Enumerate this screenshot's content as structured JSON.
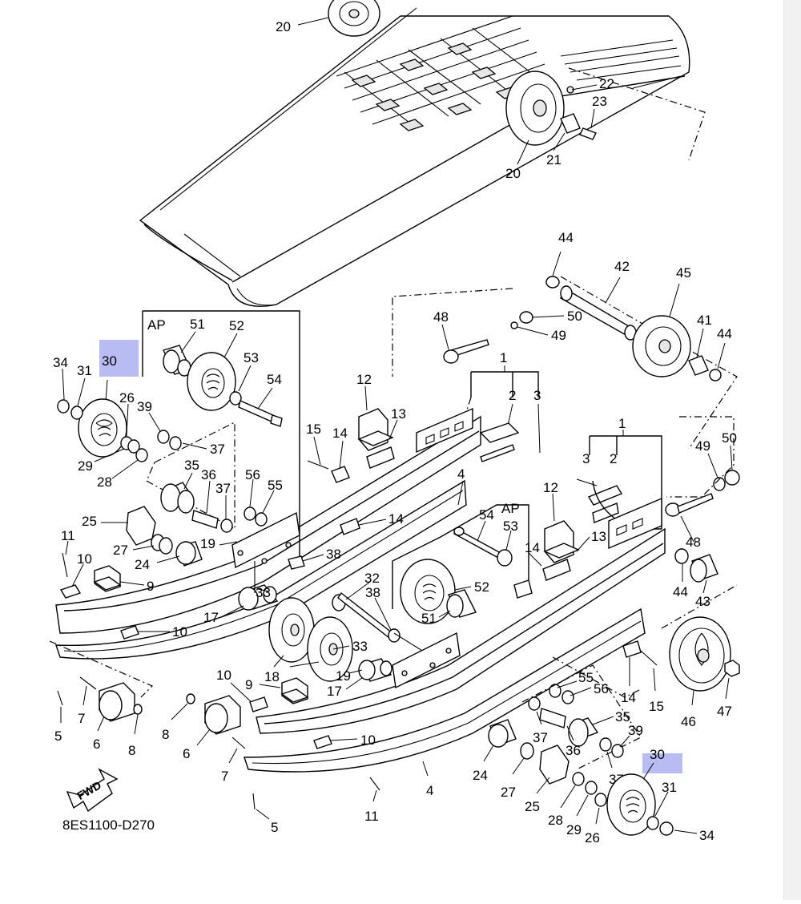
{
  "diagram": {
    "code": "8ES1100-D270",
    "fwd_label": "FWD",
    "ap_label_left": "AP",
    "ap_label_right": "AP",
    "highlight_color": "#b9bcf2",
    "highlighted_part": "30",
    "callouts": {
      "c20a": "20",
      "c20b": "20",
      "c21": "21",
      "c22": "22",
      "c23": "23",
      "c44a": "44",
      "c42": "42",
      "c45": "45",
      "c48a": "48",
      "c50a": "50",
      "c49a": "49",
      "c41": "41",
      "c44b": "44",
      "c1a": "1",
      "c2a": "2",
      "c3a": "3",
      "c34a": "34",
      "c31a": "31",
      "c30a": "30",
      "c26a": "26",
      "c29a": "29",
      "c28a": "28",
      "c51a": "51",
      "c52a": "52",
      "c53a": "53",
      "c54a": "54",
      "c39a": "39",
      "c37a": "37",
      "c12a": "12",
      "c13a": "13",
      "c15a": "15",
      "c14a": "14",
      "c35a": "35",
      "c36a": "36",
      "c37b": "37",
      "c56a": "56",
      "c55a": "55",
      "c4a": "4",
      "c25a": "25",
      "c11a": "11",
      "c27a": "27",
      "c24a": "24",
      "c19a": "19",
      "c14b": "14",
      "c38a": "38",
      "c10a": "10",
      "c9a": "9",
      "c17a": "17",
      "c33a": "33",
      "c10b": "10",
      "c54b": "54",
      "c53b": "53",
      "c12b": "12",
      "c14c": "14",
      "c13b": "13",
      "c32": "32",
      "c38b": "38",
      "c52b": "52",
      "c51b": "51",
      "c1b": "1",
      "c3b": "3",
      "c2b": "2",
      "c49b": "49",
      "c50b": "50",
      "c48b": "48",
      "c44c": "44",
      "c43": "43",
      "c18": "18",
      "c33b": "33",
      "c19b": "19",
      "c17b": "17",
      "c55b": "55",
      "c56b": "56",
      "c14d": "14",
      "c15b": "15",
      "c46": "46",
      "c47": "47",
      "c7a": "7",
      "c5a": "5",
      "c6a": "6",
      "c8a": "8",
      "c8b": "8",
      "c6b": "6",
      "c10c": "10",
      "c9b": "9",
      "c10d": "10",
      "c7b": "7",
      "c35b": "35",
      "c39b": "39",
      "c37c": "37",
      "c36b": "36",
      "c24b": "24",
      "c27b": "27",
      "c25b": "25",
      "c28b": "28",
      "c29b": "29",
      "c26b": "26",
      "c30b": "30",
      "c31b": "31",
      "c34b": "34",
      "c4b": "4",
      "c11b": "11",
      "c5b": "5"
    }
  }
}
